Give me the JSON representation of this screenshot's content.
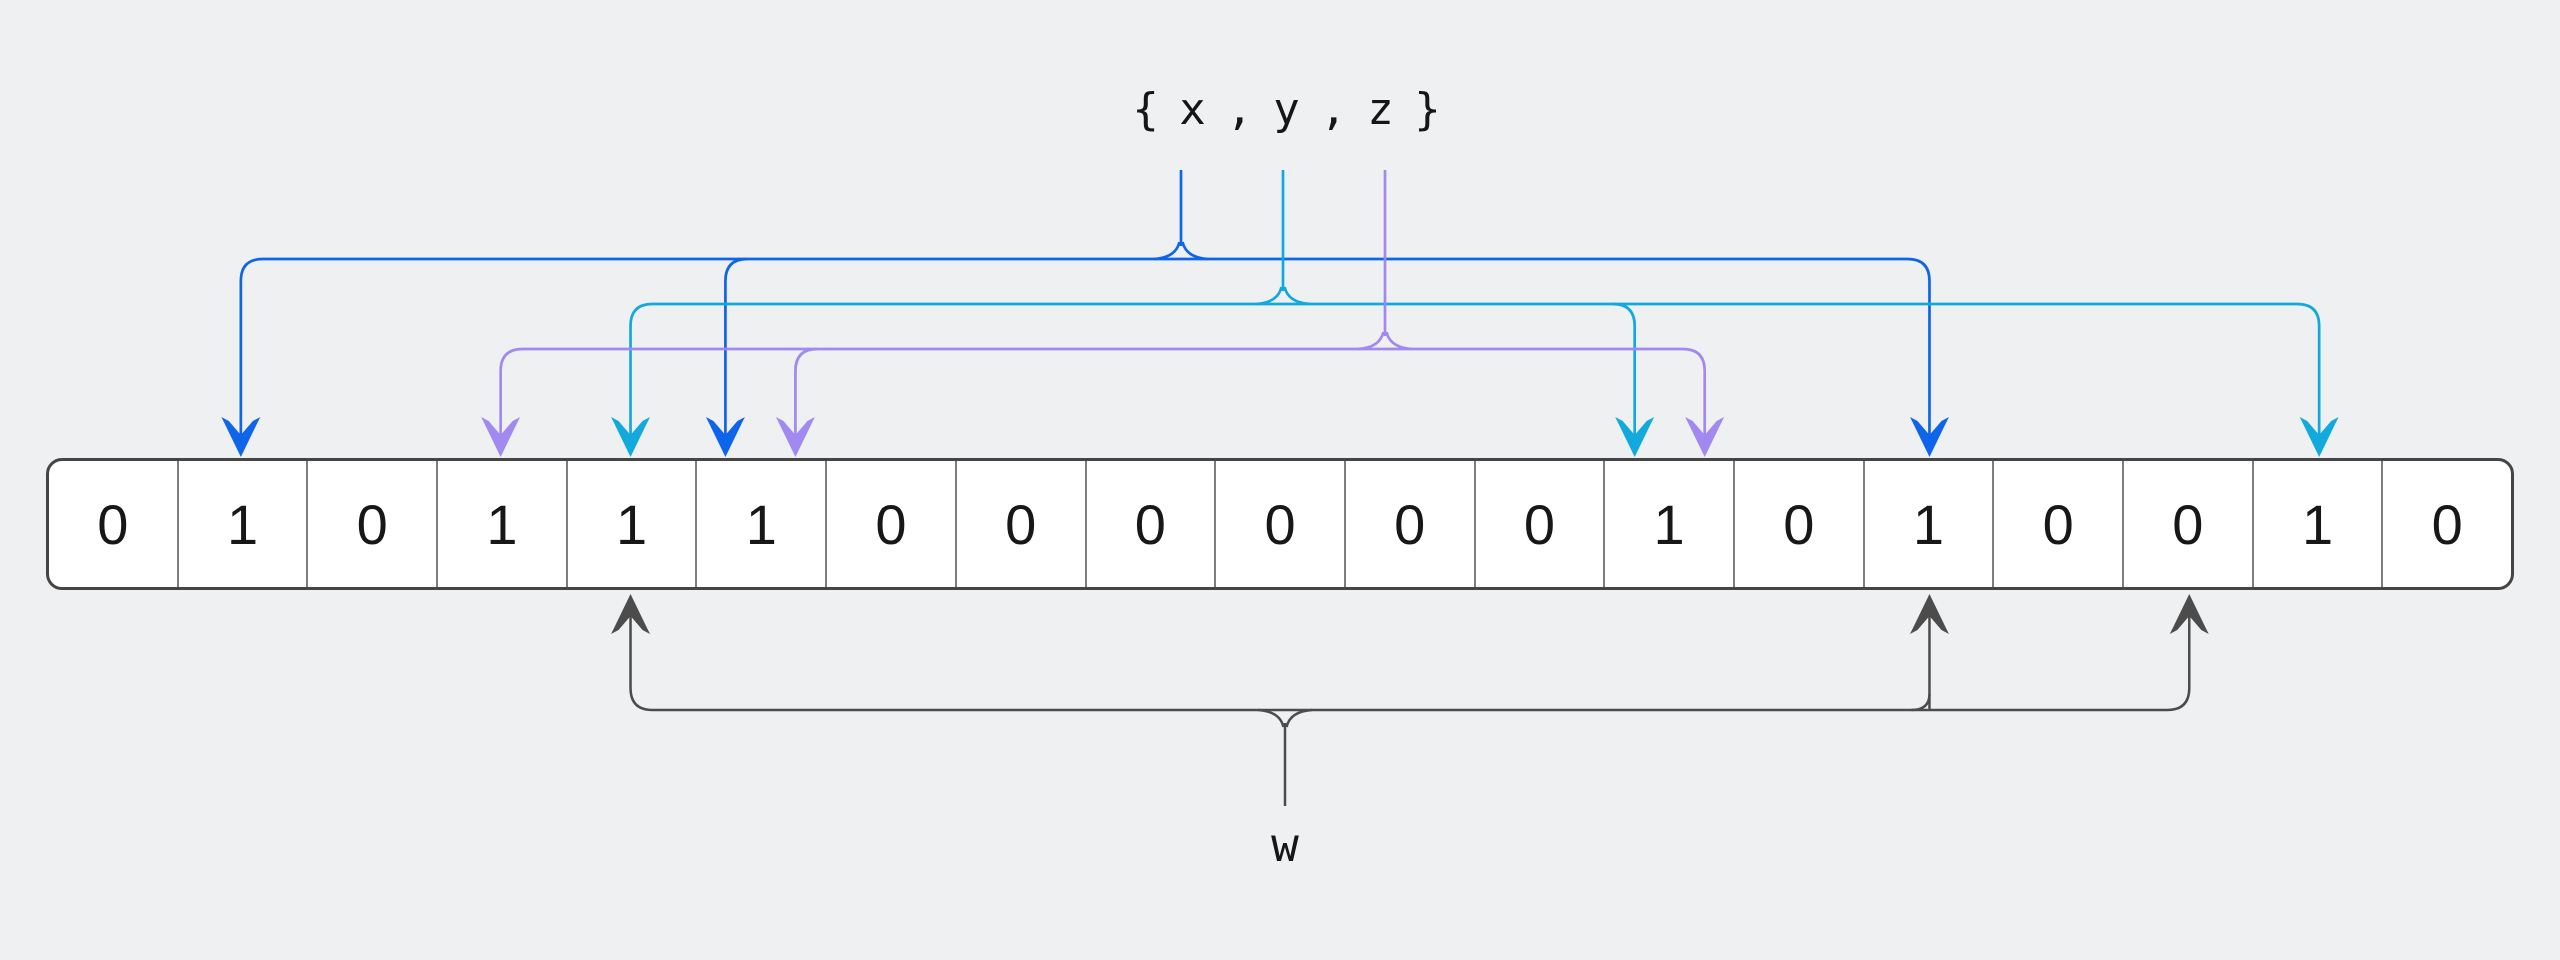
{
  "figure": {
    "set_label": "{ x , y , z }",
    "set_elements": [
      "x",
      "y",
      "z"
    ],
    "query_label": "w",
    "bit_array": [
      "0",
      "1",
      "0",
      "1",
      "1",
      "1",
      "0",
      "0",
      "0",
      "0",
      "0",
      "0",
      "1",
      "0",
      "1",
      "0",
      "0",
      "1",
      "0"
    ],
    "hash_mappings": {
      "x": [
        1,
        5,
        14
      ],
      "y": [
        4,
        12,
        17
      ],
      "z": [
        3,
        5,
        12
      ],
      "w": [
        4,
        14,
        16
      ]
    },
    "colors": {
      "x": "#0f65ea",
      "y": "#12a9dd",
      "z": "#a289ef",
      "w": "#4c4c4c",
      "background": "#eff0f1",
      "cell_fill": "#ffffff",
      "cell_divider": "#7e7e7e",
      "array_border": "#454545",
      "digit": "#171717"
    }
  }
}
